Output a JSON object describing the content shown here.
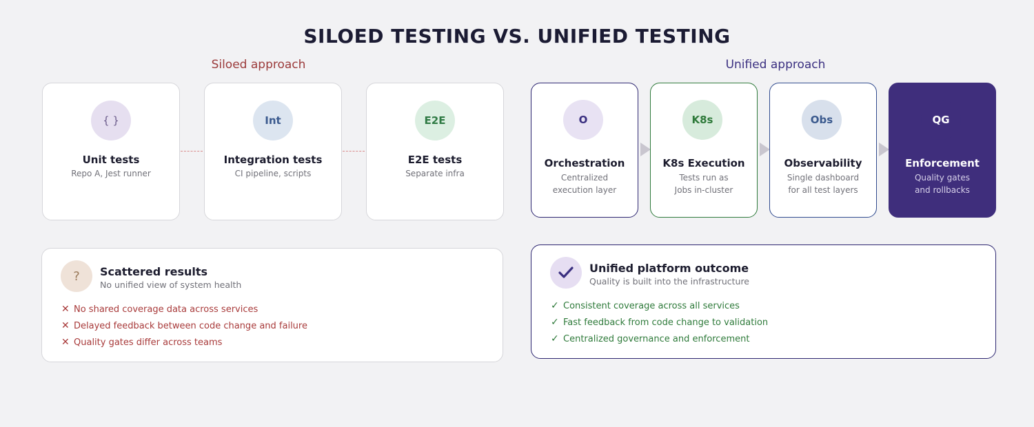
{
  "title": "SILOED TESTING VS. UNIFIED TESTING",
  "siloed": {
    "label": "Siloed approach",
    "cards": [
      {
        "badge": "{ }",
        "title": "Unit tests",
        "sub": "Repo A, Jest runner"
      },
      {
        "badge": "Int",
        "title": "Integration tests",
        "sub": "CI pipeline, scripts"
      },
      {
        "badge": "E2E",
        "title": "E2E tests",
        "sub": "Separate infra"
      }
    ]
  },
  "unified": {
    "label": "Unified approach",
    "cards": [
      {
        "badge": "O",
        "title": "Orchestration",
        "sub1": "Centralized",
        "sub2": "execution layer"
      },
      {
        "badge": "K8s",
        "title": "K8s Execution",
        "sub1": "Tests run as",
        "sub2": "Jobs in-cluster"
      },
      {
        "badge": "Obs",
        "title": "Observability",
        "sub1": "Single dashboard",
        "sub2": "for all test layers"
      },
      {
        "badge": "QG",
        "title": "Enforcement",
        "sub1": "Quality gates",
        "sub2": "and rollbacks"
      }
    ]
  },
  "scattered": {
    "icon": "?",
    "title": "Scattered results",
    "sub": "No unified view of system health",
    "items": [
      "No shared coverage data across services",
      "Delayed feedback between code change and failure",
      "Quality gates differ across teams"
    ]
  },
  "outcome": {
    "title": "Unified platform outcome",
    "sub": "Quality is built into the infrastructure",
    "items": [
      "Consistent coverage across all services",
      "Fast feedback from code change to validation",
      "Centralized governance and enforcement"
    ]
  },
  "colors": {
    "siloed_accent": "#9b3a3a",
    "unified_accent": "#3a2f80",
    "enforcement_fill": "#3f2e7c",
    "check_green": "#2e7a3a",
    "cross_red": "#a83a3a"
  },
  "icons": {
    "cross": "cross-icon",
    "check": "check-icon",
    "question": "question-icon",
    "arrow": "arrow-right-icon"
  }
}
